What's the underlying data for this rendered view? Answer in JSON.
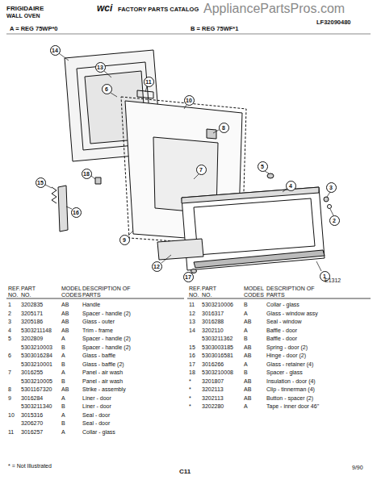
{
  "diagram": {
    "nodes": [
      {
        "text": [
          "14"
        ]
      },
      {
        "text": [
          "13"
        ]
      },
      {
        "text": [
          "6"
        ]
      },
      {
        "text": [
          "11"
        ]
      },
      {
        "text": [
          "10"
        ]
      },
      {
        "text": [
          "8"
        ]
      },
      {
        "text": [
          "5"
        ]
      },
      {
        "text": [
          "4"
        ]
      },
      {
        "text": [
          "3"
        ]
      },
      {
        "text": [
          "2"
        ]
      },
      {
        "text": [
          "7"
        ]
      },
      {
        "text": [
          "1"
        ]
      },
      {
        "text": [
          "12"
        ]
      },
      {
        "text": [
          "9"
        ]
      },
      {
        "text": [
          "17"
        ]
      },
      {
        "text": [
          "15"
        ]
      },
      {
        "text": [
          "16"
        ]
      },
      {
        "text": [
          "18"
        ]
      }
    ],
    "labels": [
      "AppliancePartsPros.com",
      "FRIGIDAIRE",
      "WALL OVEN",
      "wci",
      "FACTORY PARTS CATALOG",
      "LF32090480",
      "A = REG 75WP*0",
      "B = REG 75WF*1",
      "E1312",
      "REF. NO.",
      "PART NO.",
      "MODEL CODES",
      "DESCRIPTION OF PARTS",
      "REF. NO.",
      "PART NO.",
      "MODEL CODES",
      "DESCRIPTION OF PARTS",
      "1",
      "3202835",
      "AB",
      "Handle",
      "2",
      "3205171",
      "AB",
      "Spacer - handle (2)",
      "3",
      "3205186",
      "AB",
      "Glass - outer",
      "4",
      "5303211148",
      "AB",
      "Trim - frame",
      "5",
      "3202809",
      "A",
      "Spacer - handle (2)",
      "5303210003",
      "B",
      "Spacer - handle (2)",
      "6",
      "5303016284",
      "A",
      "Glass - baffle",
      "5303210001",
      "B",
      "Glass - baffle (2)",
      "7",
      "3016255",
      "A",
      "Panel - air wash",
      "5303210005",
      "B",
      "Panel - air wash",
      "8",
      "5301167320",
      "AB",
      "Strike - assembly",
      "9",
      "3016284",
      "A",
      "Liner - door",
      "5303211340",
      "B",
      "Liner - door",
      "10",
      "3015316",
      "A",
      "Seal - door",
      "3206270",
      "B",
      "Seal - door",
      "11",
      "3016257",
      "A",
      "Collar - glass",
      "11",
      "5303210006",
      "B",
      "Collar - glass",
      "12",
      "3016317",
      "A",
      "Glass - window assy",
      "13",
      "3016288",
      "AB",
      "Seal - window",
      "14",
      "3202110",
      "A",
      "Baffle - door",
      "5303211362",
      "B",
      "Baffle - door",
      "15",
      "5303003185",
      "AB",
      "Spring - door (2)",
      "16",
      "5303016581",
      "AB",
      "Hinge - door (2)",
      "17",
      "3016266",
      "A",
      "Glass - retainer (4)",
      "18",
      "5303210008",
      "B",
      "Spacer - glass",
      "*",
      "3201807",
      "AB",
      "Insulation - door (4)",
      "*",
      "3202113",
      "AB",
      "Clip - tinnerman (4)",
      "*",
      "3202113",
      "AB",
      "Button - spacer (2)",
      "*",
      "3202280",
      "A",
      "Tape - inner door 46\"",
      "* = Not Illustrated",
      "C11",
      "9/90"
    ]
  }
}
